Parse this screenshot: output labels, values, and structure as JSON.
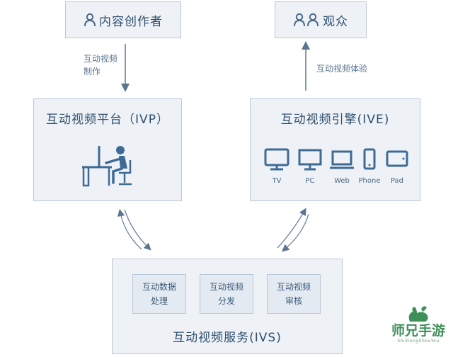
{
  "nodes": {
    "creator": {
      "label": "内容创作者",
      "icon": "person-icon"
    },
    "audience": {
      "label": "观众",
      "icon": "two-persons-icon"
    },
    "platform": {
      "label": "互动视频平台（IVP）",
      "icon": "person-at-desk-icon"
    },
    "engine": {
      "label": "互动视频引擎(IVE)"
    },
    "service": {
      "label": "互动视频服务(IVS)"
    }
  },
  "edges": {
    "creator_to_platform": {
      "label": "互动视频制作"
    },
    "engine_to_audience": {
      "label": "互动视频体验"
    }
  },
  "devices": [
    {
      "label": "TV",
      "icon": "tv-icon"
    },
    {
      "label": "PC",
      "icon": "monitor-icon"
    },
    {
      "label": "Web",
      "icon": "laptop-icon"
    },
    {
      "label": "Phone",
      "icon": "phone-icon"
    },
    {
      "label": "Pad",
      "icon": "tablet-icon"
    }
  ],
  "service_modules": [
    {
      "label": "互动数据处理"
    },
    {
      "label": "互动视频分发"
    },
    {
      "label": "互动视频审核"
    }
  ],
  "watermark": {
    "text": "师兄手游",
    "subtext": "ShiXiongShouYou"
  },
  "colors": {
    "box_fill": "#eef2f7",
    "box_border": "#b9c8d8",
    "text": "#2f4f6e",
    "watermark": "#3f8f5a"
  }
}
